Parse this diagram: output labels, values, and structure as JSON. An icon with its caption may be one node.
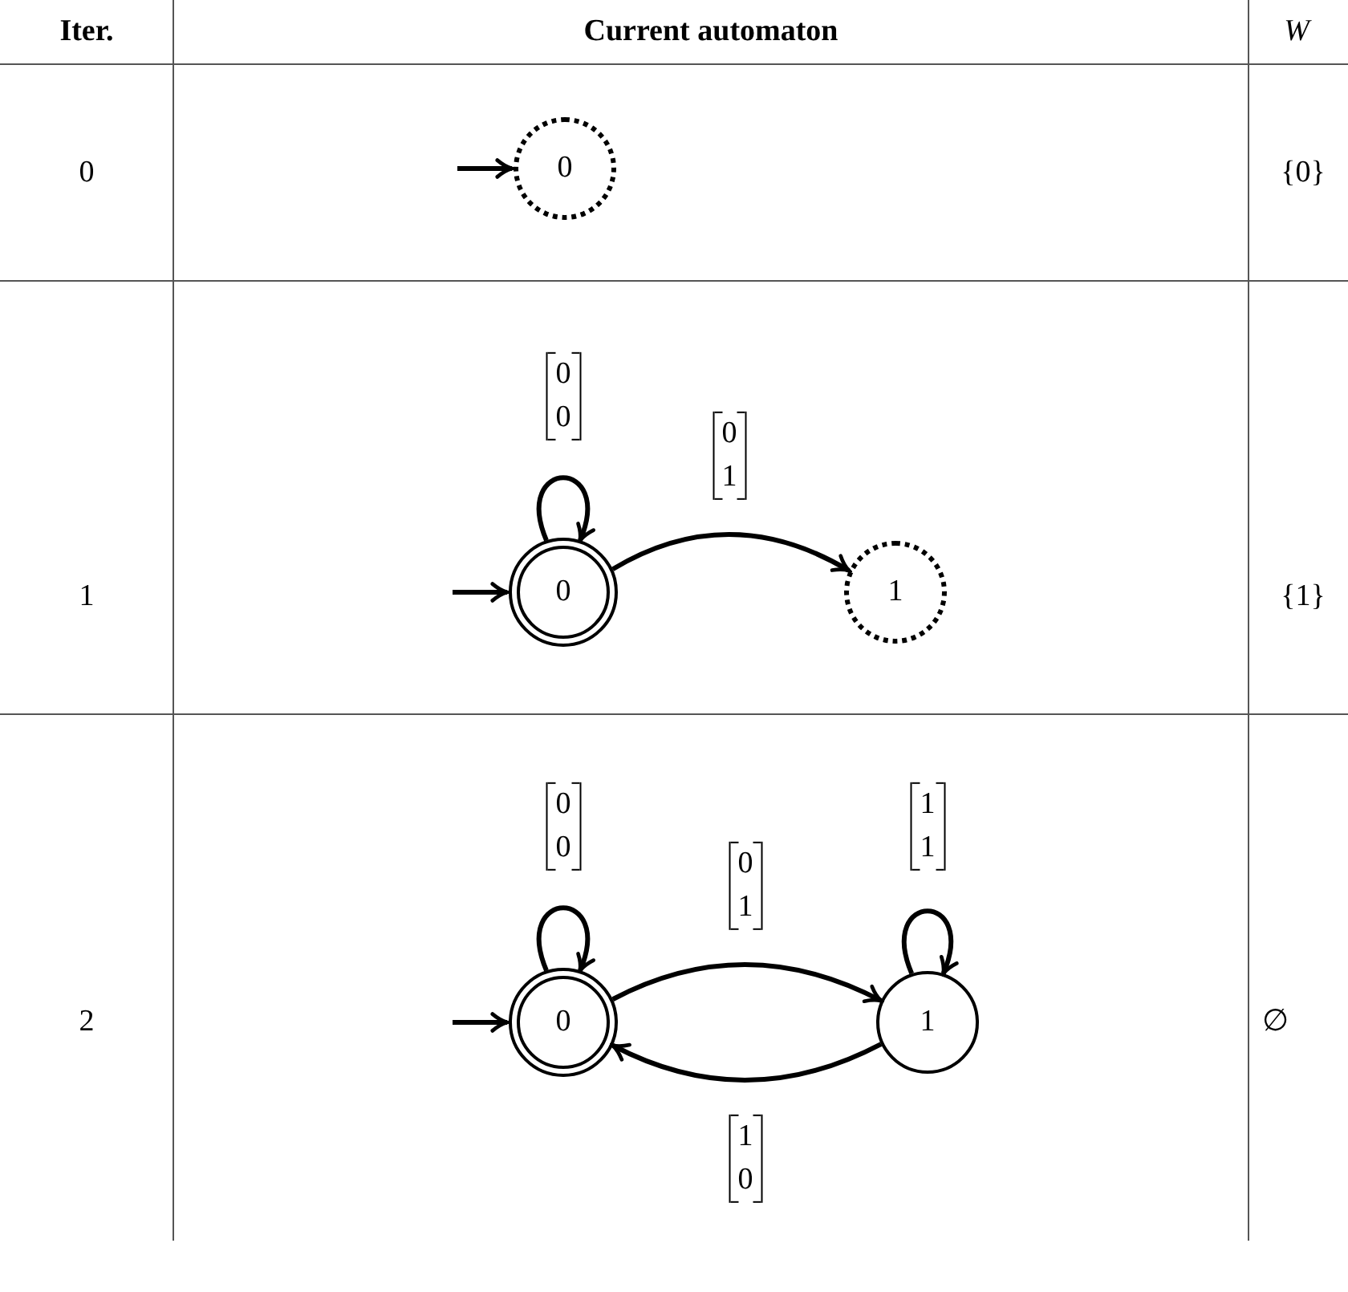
{
  "diagram": {
    "nodes": [
      {
        "text": [
          "0"
        ]
      },
      {
        "text": [
          "0"
        ]
      },
      {
        "text": [
          "1"
        ]
      },
      {
        "text": [
          "0"
        ]
      },
      {
        "text": [
          "1"
        ]
      }
    ],
    "edges": [
      {
        "from": null,
        "to": 0,
        "arrow": "to"
      },
      {
        "from": null,
        "to": 1,
        "arrow": "to"
      },
      {
        "from": 1,
        "to": 1,
        "arrow": "to",
        "label": "0 0"
      },
      {
        "from": 1,
        "to": 2,
        "arrow": "to",
        "label": "0 1"
      },
      {
        "from": null,
        "to": 3,
        "arrow": "to"
      },
      {
        "from": 3,
        "to": 3,
        "arrow": "to",
        "label": "0 0"
      },
      {
        "from": 3,
        "to": 4,
        "arrow": "to",
        "label": "0 1"
      },
      {
        "from": 4,
        "to": 4,
        "arrow": "to",
        "label": "1 1"
      },
      {
        "from": 4,
        "to": 3,
        "arrow": "to",
        "label": "1 0"
      }
    ],
    "labels": [
      "Iter.",
      "Current automaton",
      "W",
      "0",
      "{0}",
      "1",
      "{1}",
      "2",
      "∅"
    ]
  }
}
